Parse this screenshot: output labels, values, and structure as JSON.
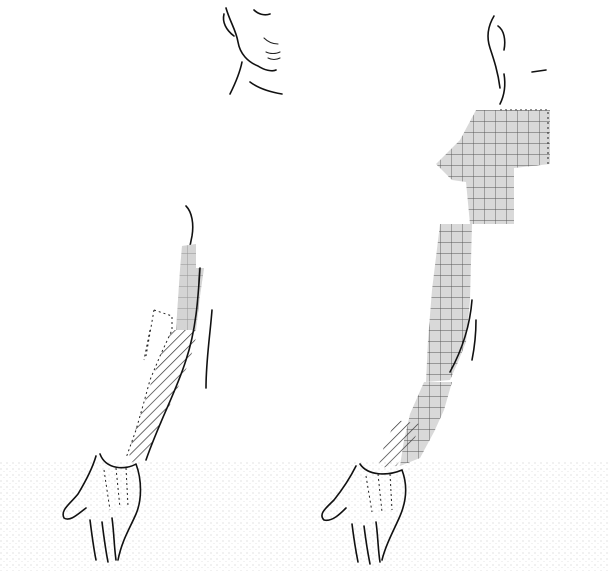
{
  "figure": {
    "panels": [
      {
        "id": "left",
        "view": "anterior",
        "pattern": "hatched strip"
      },
      {
        "id": "right",
        "view": "anterior",
        "pattern": "grid"
      }
    ]
  }
}
